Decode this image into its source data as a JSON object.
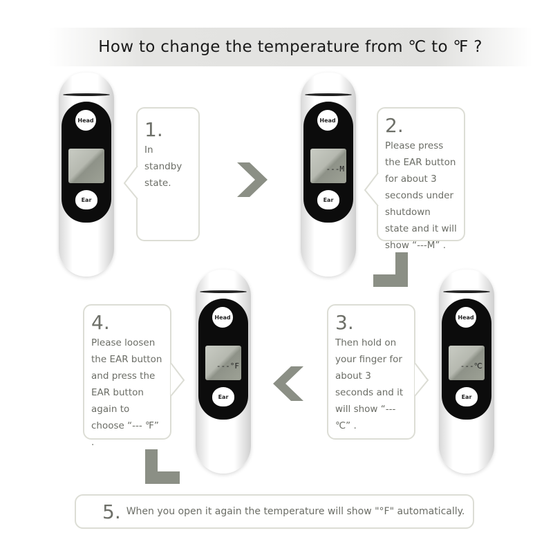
{
  "title": "How to change the temperature from ℃ to ℉ ?",
  "device": {
    "head_label": "Head",
    "ear_label": "Ear"
  },
  "displays": {
    "d1": "",
    "d2": "---M",
    "d3": "---℃",
    "d4": "---°F"
  },
  "steps": [
    {
      "number": "1.",
      "text": "In standby state."
    },
    {
      "number": "2.",
      "text": "Please press the EAR button for about 3 seconds under shutdown state and it will show  “---M” ."
    },
    {
      "number": "3.",
      "text": "Then hold on your finger for about 3 seconds and it will show  “---℃” ."
    },
    {
      "number": "4.",
      "text": "Please loosen the EAR button and press the EAR button again to choose “--- ℉” ."
    },
    {
      "number": "5.",
      "text": "When you open it again the temperature will show \"°F\" automatically."
    }
  ],
  "colors": {
    "arrow": "#8b8f85",
    "bubble_border": "#dcddd5",
    "text": "#6b6d66"
  }
}
